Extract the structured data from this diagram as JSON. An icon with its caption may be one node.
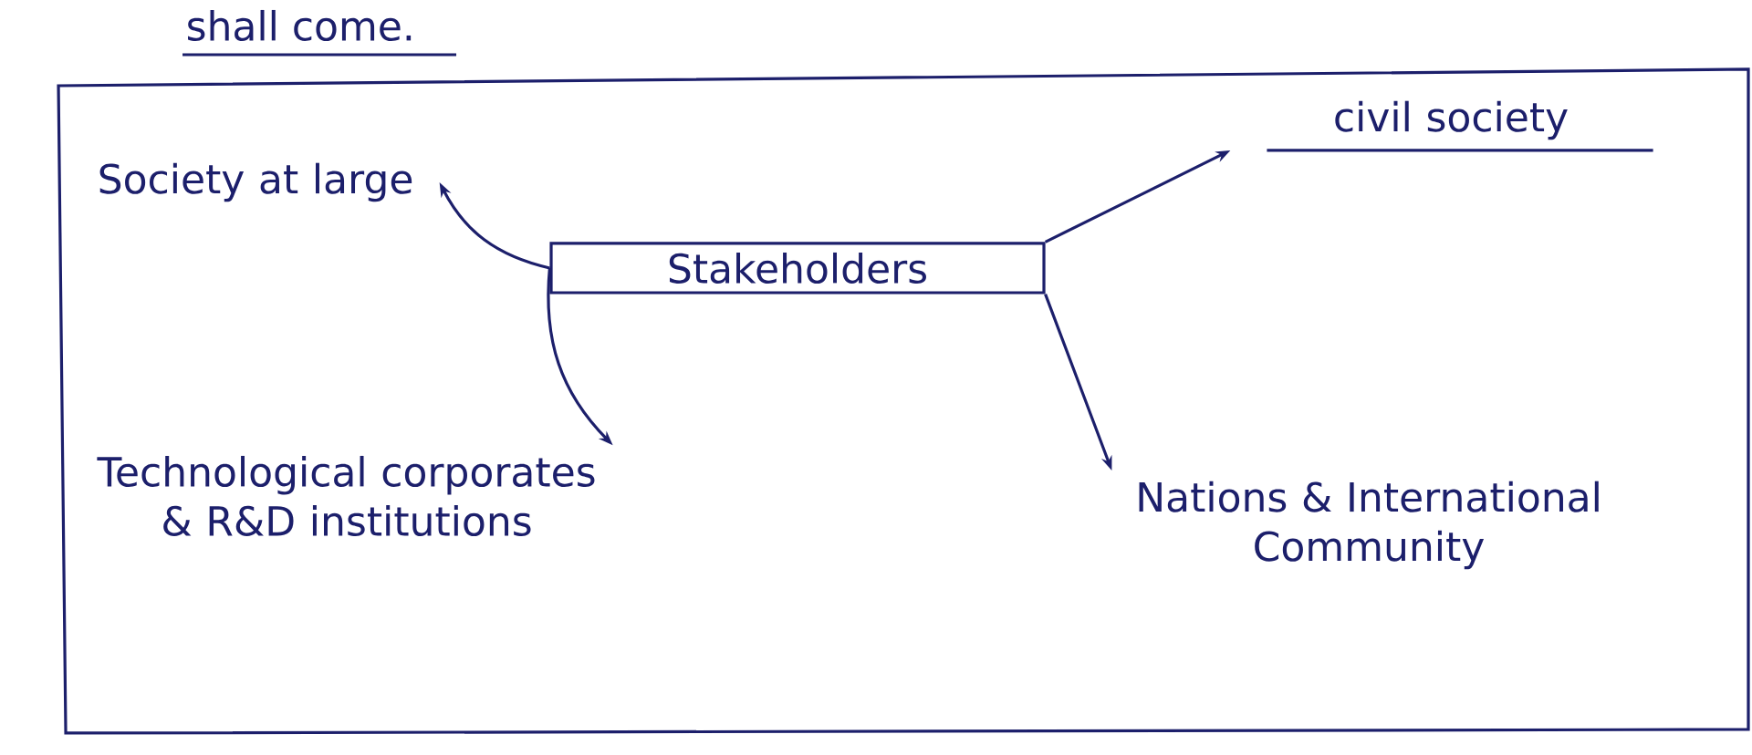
{
  "diagram": {
    "nodes": [
      {
        "text": [
          "Society at large"
        ]
      },
      {
        "text": [
          "Stakeholders"
        ]
      },
      {
        "text": [
          "Technological corporates & R&D institutions"
        ]
      },
      {
        "text": [
          "civil society"
        ]
      },
      {
        "text": [
          "Nations & International Community"
        ]
      }
    ],
    "edges": [
      {
        "from": 1,
        "to": 0,
        "arrow": "to"
      },
      {
        "from": 1,
        "to": 2,
        "arrow": "to"
      },
      {
        "from": 1,
        "to": 3,
        "arrow": "to"
      },
      {
        "from": 1,
        "to": 4,
        "arrow": "to"
      }
    ],
    "labels": [
      "shall come."
    ]
  }
}
